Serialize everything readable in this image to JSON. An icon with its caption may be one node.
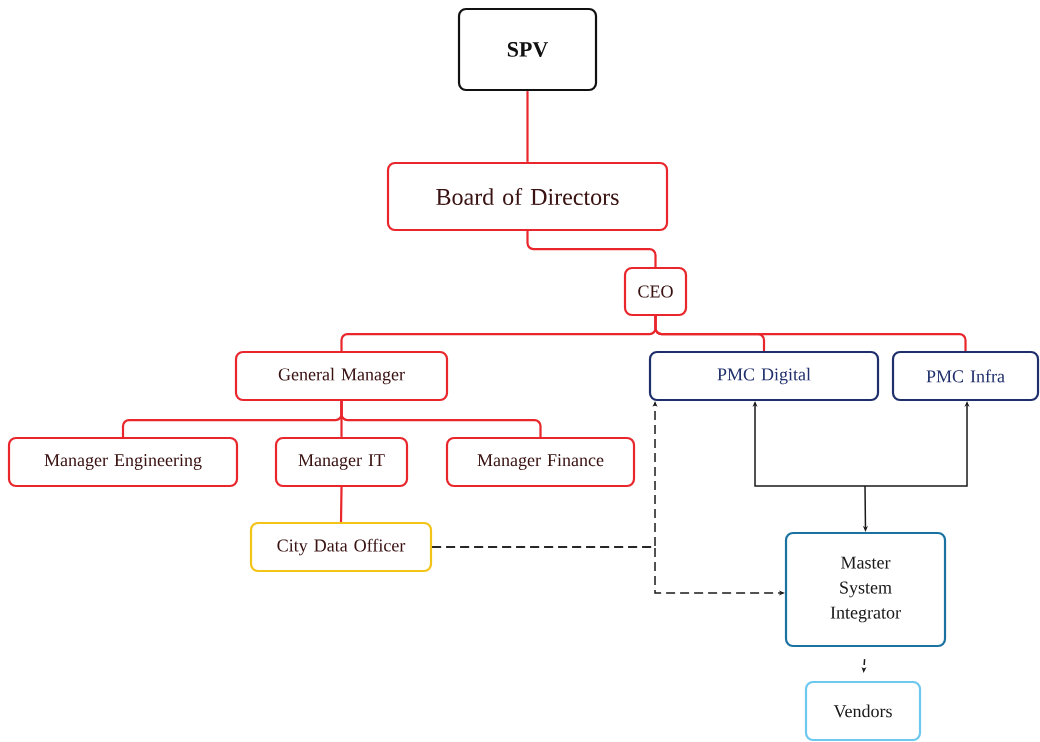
{
  "diagram": {
    "nodes": [
      {
        "text": [
          "SPV"
        ]
      },
      {
        "text": [
          "Board of Directors"
        ]
      },
      {
        "text": [
          "CEO"
        ]
      },
      {
        "text": [
          "General Manager"
        ]
      },
      {
        "text": [
          "PMC Digital"
        ]
      },
      {
        "text": [
          "PMC Infra"
        ]
      },
      {
        "text": [
          "Manager Engineering"
        ]
      },
      {
        "text": [
          "Manager IT"
        ]
      },
      {
        "text": [
          "Manager Finance"
        ]
      },
      {
        "text": [
          "City Data Officer"
        ]
      },
      {
        "text": [
          "Master System Integrator"
        ]
      },
      {
        "text": [
          "Vendors"
        ]
      }
    ],
    "edges": [
      {
        "from": 0,
        "to": 1,
        "arrow": "none"
      },
      {
        "from": 1,
        "to": 2,
        "arrow": "none"
      },
      {
        "from": 2,
        "to": 3,
        "arrow": "none"
      },
      {
        "from": 2,
        "to": 4,
        "arrow": "none"
      },
      {
        "from": 2,
        "to": 5,
        "arrow": "none"
      },
      {
        "from": 3,
        "to": 6,
        "arrow": "none"
      },
      {
        "from": 3,
        "to": 7,
        "arrow": "none"
      },
      {
        "from": 3,
        "to": 8,
        "arrow": "none"
      },
      {
        "from": 7,
        "to": 9,
        "arrow": "none"
      },
      {
        "from": 9,
        "to": 4,
        "arrow": "to",
        "style": "dashed",
        "color": "#1a1a1a"
      },
      {
        "from": 9,
        "to": 10,
        "arrow": "to",
        "style": "dashed",
        "color": "#1a1a1a"
      },
      {
        "from": 10,
        "to": 4,
        "arrow": "both",
        "color": "#1a1a1a"
      },
      {
        "from": 10,
        "to": 5,
        "arrow": "both",
        "color": "#1a1a1a"
      },
      {
        "from": 10,
        "to": 11,
        "arrow": "to",
        "style": "dashed",
        "color": "#1a1a1a"
      }
    ]
  }
}
